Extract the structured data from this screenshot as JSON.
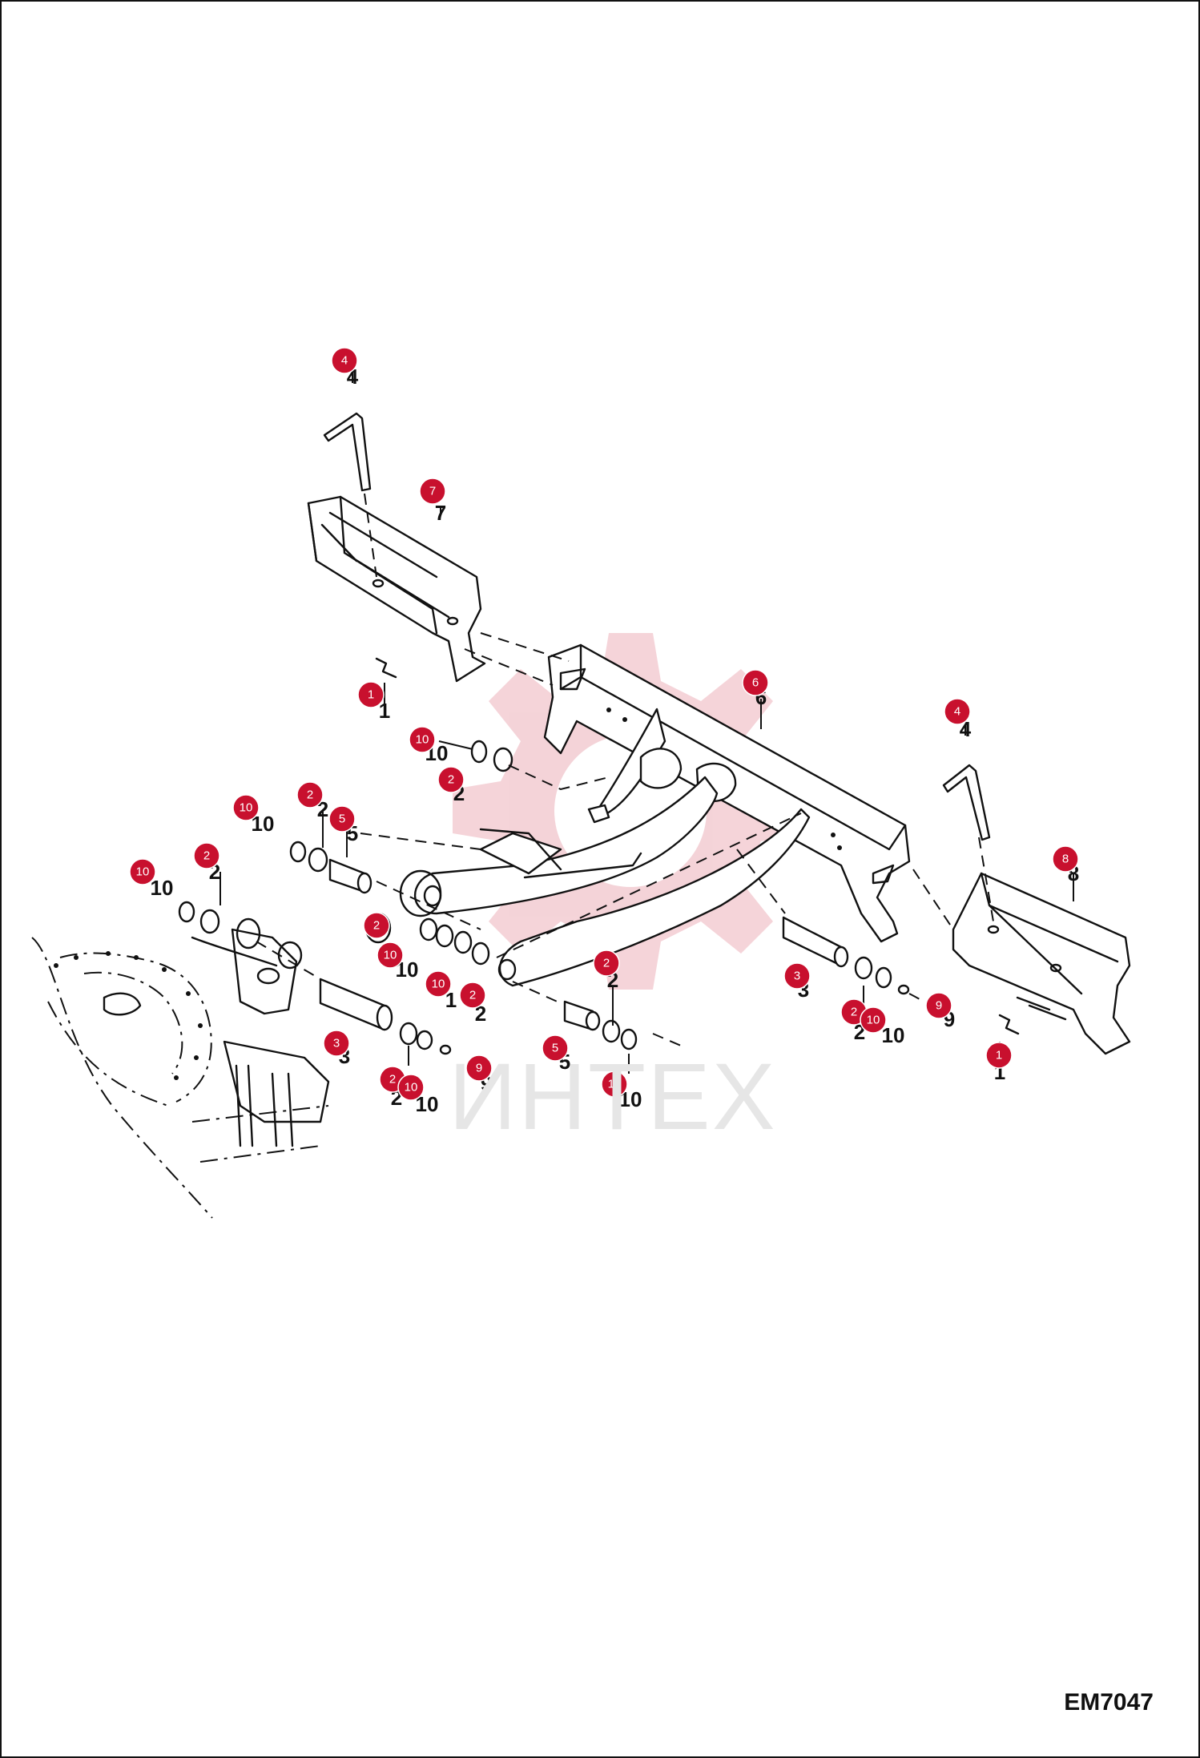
{
  "watermark": {
    "text": "ИНТЕХ",
    "color": "#f2c9cf"
  },
  "figure_code": "EM7047",
  "colors": {
    "callout": "#c8102e",
    "lines": "#111111"
  },
  "callouts": [
    "1",
    "1",
    "2",
    "2",
    "2",
    "2",
    "2",
    "2",
    "2",
    "2",
    "3",
    "3",
    "3",
    "4",
    "4",
    "5",
    "5",
    "6",
    "7",
    "8",
    "9",
    "9",
    "10",
    "10",
    "10",
    "10",
    "10",
    "10",
    "10",
    "10"
  ]
}
